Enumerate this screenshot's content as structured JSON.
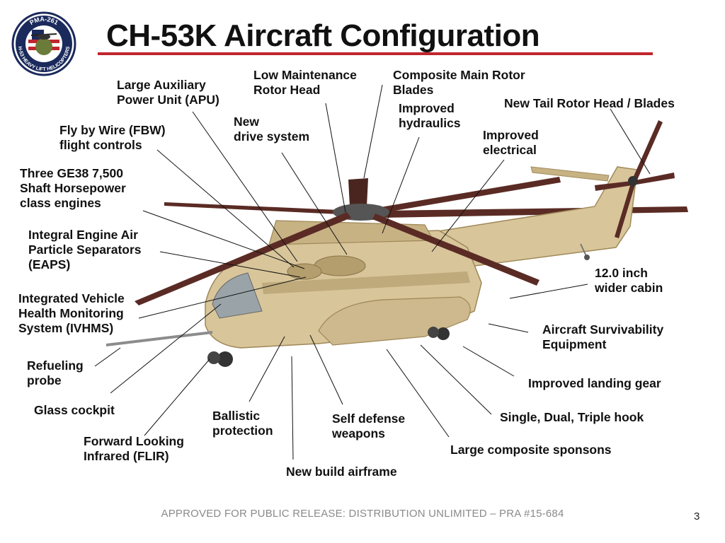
{
  "slide": {
    "title": "CH-53K Aircraft Configuration",
    "footer": "APPROVED FOR PUBLIC RELEASE: DISTRIBUTION UNLIMITED – PRA #15-684",
    "page_number": "3"
  },
  "logo": {
    "top_text": "PMA-261",
    "bottom_text": "H-53 HEAVY LIFT HELICOPTERS"
  },
  "callouts": [
    {
      "lines": [
        "Large Auxiliary",
        "Power Unit (APU)"
      ]
    },
    {
      "lines": [
        "Low Maintenance",
        "Rotor Head"
      ]
    },
    {
      "lines": [
        "Composite Main Rotor",
        "Blades"
      ]
    },
    {
      "lines": [
        "New Tail Rotor Head / Blades"
      ]
    },
    {
      "lines": [
        "Improved",
        "hydraulics"
      ]
    },
    {
      "lines": [
        "New",
        "drive system"
      ]
    },
    {
      "lines": [
        "Fly by Wire (FBW)",
        "flight controls"
      ]
    },
    {
      "lines": [
        "Improved",
        "electrical"
      ]
    },
    {
      "lines": [
        "Three GE38 7,500",
        "Shaft Horsepower",
        "class engines"
      ]
    },
    {
      "lines": [
        "Integral Engine Air",
        "Particle Separators",
        "(EAPS)"
      ]
    },
    {
      "lines": [
        "12.0 inch",
        "wider cabin"
      ]
    },
    {
      "lines": [
        "Integrated Vehicle",
        "Health Monitoring",
        "System (IVHMS)"
      ]
    },
    {
      "lines": [
        "Aircraft Survivability",
        "Equipment"
      ]
    },
    {
      "lines": [
        "Refueling",
        "probe"
      ]
    },
    {
      "lines": [
        "Improved landing gear"
      ]
    },
    {
      "lines": [
        "Glass cockpit"
      ]
    },
    {
      "lines": [
        "Ballistic",
        "protection"
      ]
    },
    {
      "lines": [
        "Self defense",
        "weapons"
      ]
    },
    {
      "lines": [
        "Single, Dual, Triple hook"
      ]
    },
    {
      "lines": [
        "Forward Looking",
        "Infrared (FLIR)"
      ]
    },
    {
      "lines": [
        "Large composite sponsons"
      ]
    },
    {
      "lines": [
        "New build airframe"
      ]
    }
  ],
  "colors": {
    "accent_rule": "#c0262d",
    "fuselage": "#d8c59a",
    "fuselage_shadow": "#b59e6d",
    "rotor_blade": "#5a2b24",
    "seal_blue": "#1b2a5c"
  }
}
